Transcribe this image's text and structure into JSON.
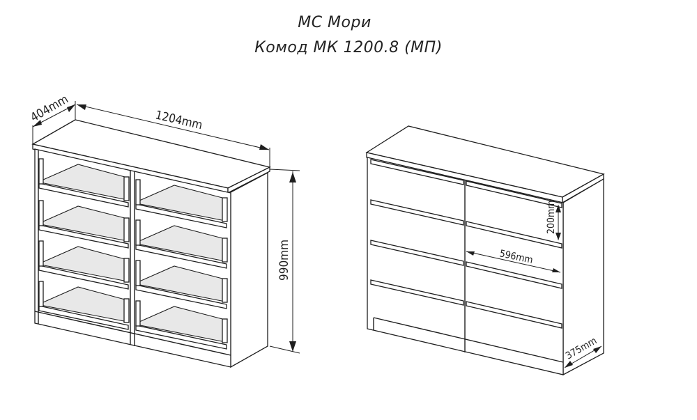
{
  "title": {
    "line1": "МС Мори",
    "line2": "Комод МК 1200.8 (МП)"
  },
  "left_view": {
    "description": "open drawers view",
    "dimensions": {
      "depth": "404mm",
      "width": "1204mm",
      "height": "990mm"
    }
  },
  "right_view": {
    "description": "closed drawers view",
    "dimensions": {
      "drawer_height": "200mm",
      "drawer_width": "596mm",
      "inner_depth": "375mm"
    }
  },
  "colors": {
    "line": "#1e1e1e",
    "shelf_fill": "#e8e8e8",
    "background": "#ffffff"
  }
}
